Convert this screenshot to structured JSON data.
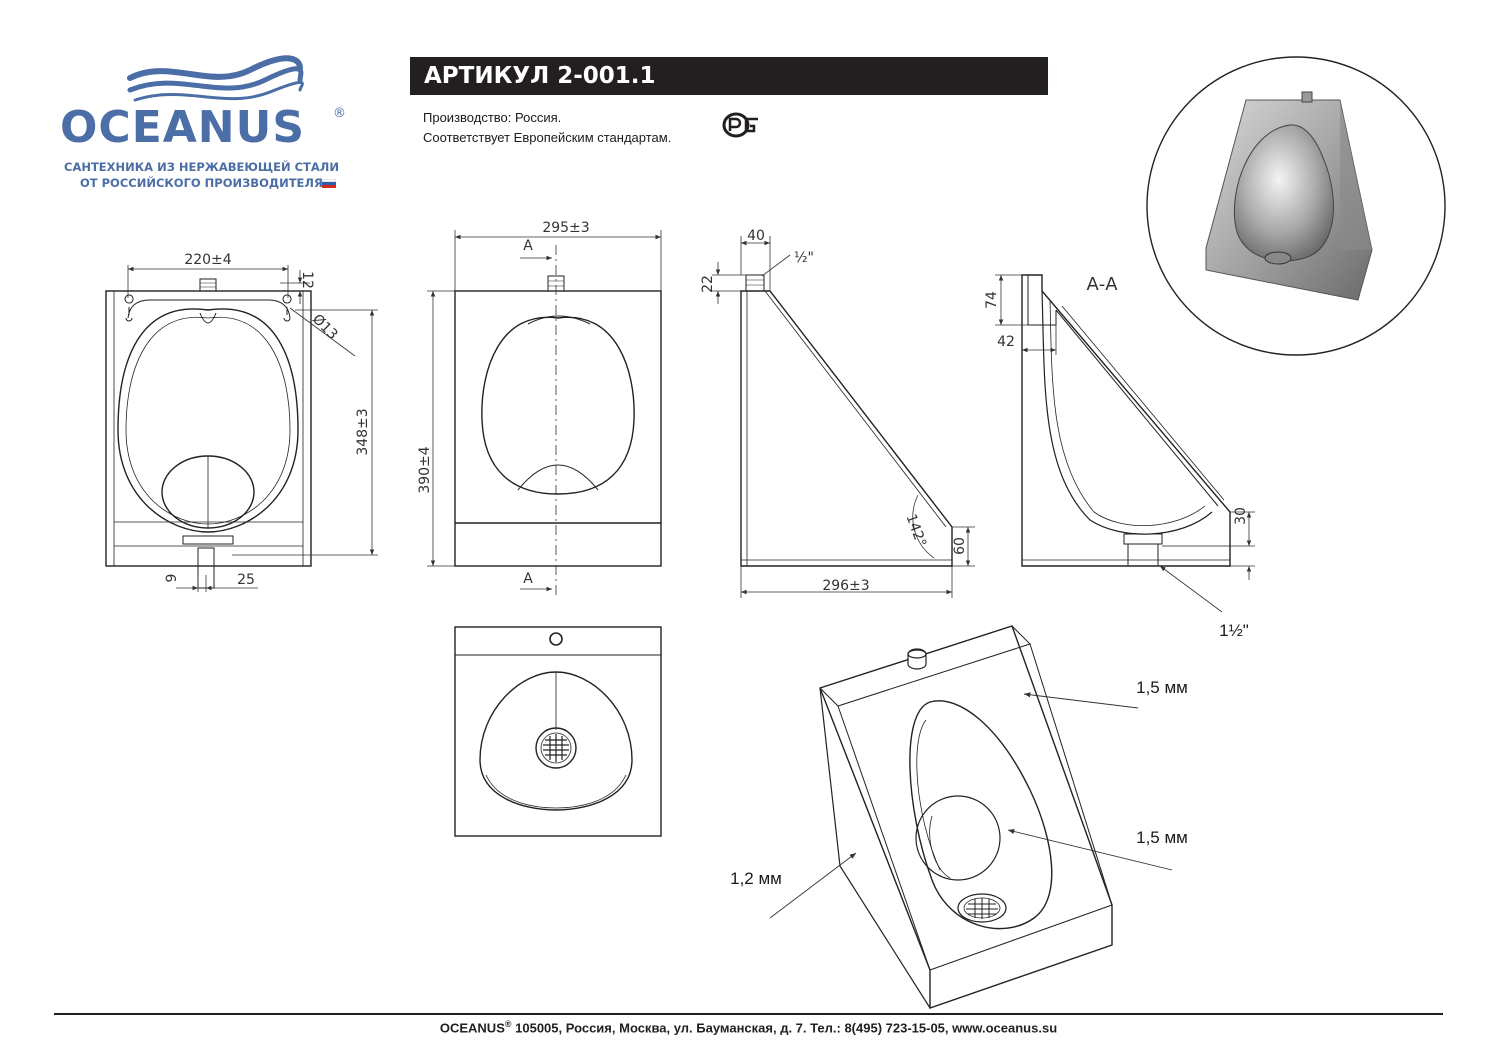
{
  "brand": {
    "name": "OCEANUS",
    "registered_mark": "®",
    "tagline_line1": "САНТЕХНИКА ИЗ НЕРЖАВЕЮЩЕЙ СТАЛИ",
    "tagline_line2": "ОТ РОССИЙСКОГО ПРОИЗВОДИТЕЛЯ",
    "colors": {
      "primary": "#4c6ea6",
      "dark": "#231f20"
    }
  },
  "header": {
    "article": "АРТИКУЛ 2-001.1",
    "production": "Производство: Россия.",
    "standard": "Соответствует Европейским стандартам.",
    "cert_icon": "rst-certification-icon"
  },
  "dimensions": {
    "front_width": "220±4",
    "front_top_offset": "12",
    "mount_hole": "Ø13",
    "front_height": "348±3",
    "drain_offset": "9",
    "drain_width": "25",
    "front2_width": "295±3",
    "front2_height": "390±4",
    "section_mark": "А",
    "side_top": "40",
    "side_pipe": "22",
    "side_inlet": "½\"",
    "side_angle": "142°",
    "side_bottom": "60",
    "side_depth": "296±3",
    "section_top": "74",
    "section_step": "42",
    "section_bottom": "30",
    "section_outlet": "1½\""
  },
  "section": {
    "label": "А-А"
  },
  "callouts": {
    "thickness_top": "1,5 мм",
    "thickness_bowl": "1,5 мм",
    "thickness_side": "1,2 мм"
  },
  "footer": {
    "brand": "OCEANUS",
    "registered_mark": "®",
    "address": " 105005, Россия, Москва, ул. Бауманская, д. 7. Тел.: 8(495) 723-15-05, www.oceanus.su"
  }
}
